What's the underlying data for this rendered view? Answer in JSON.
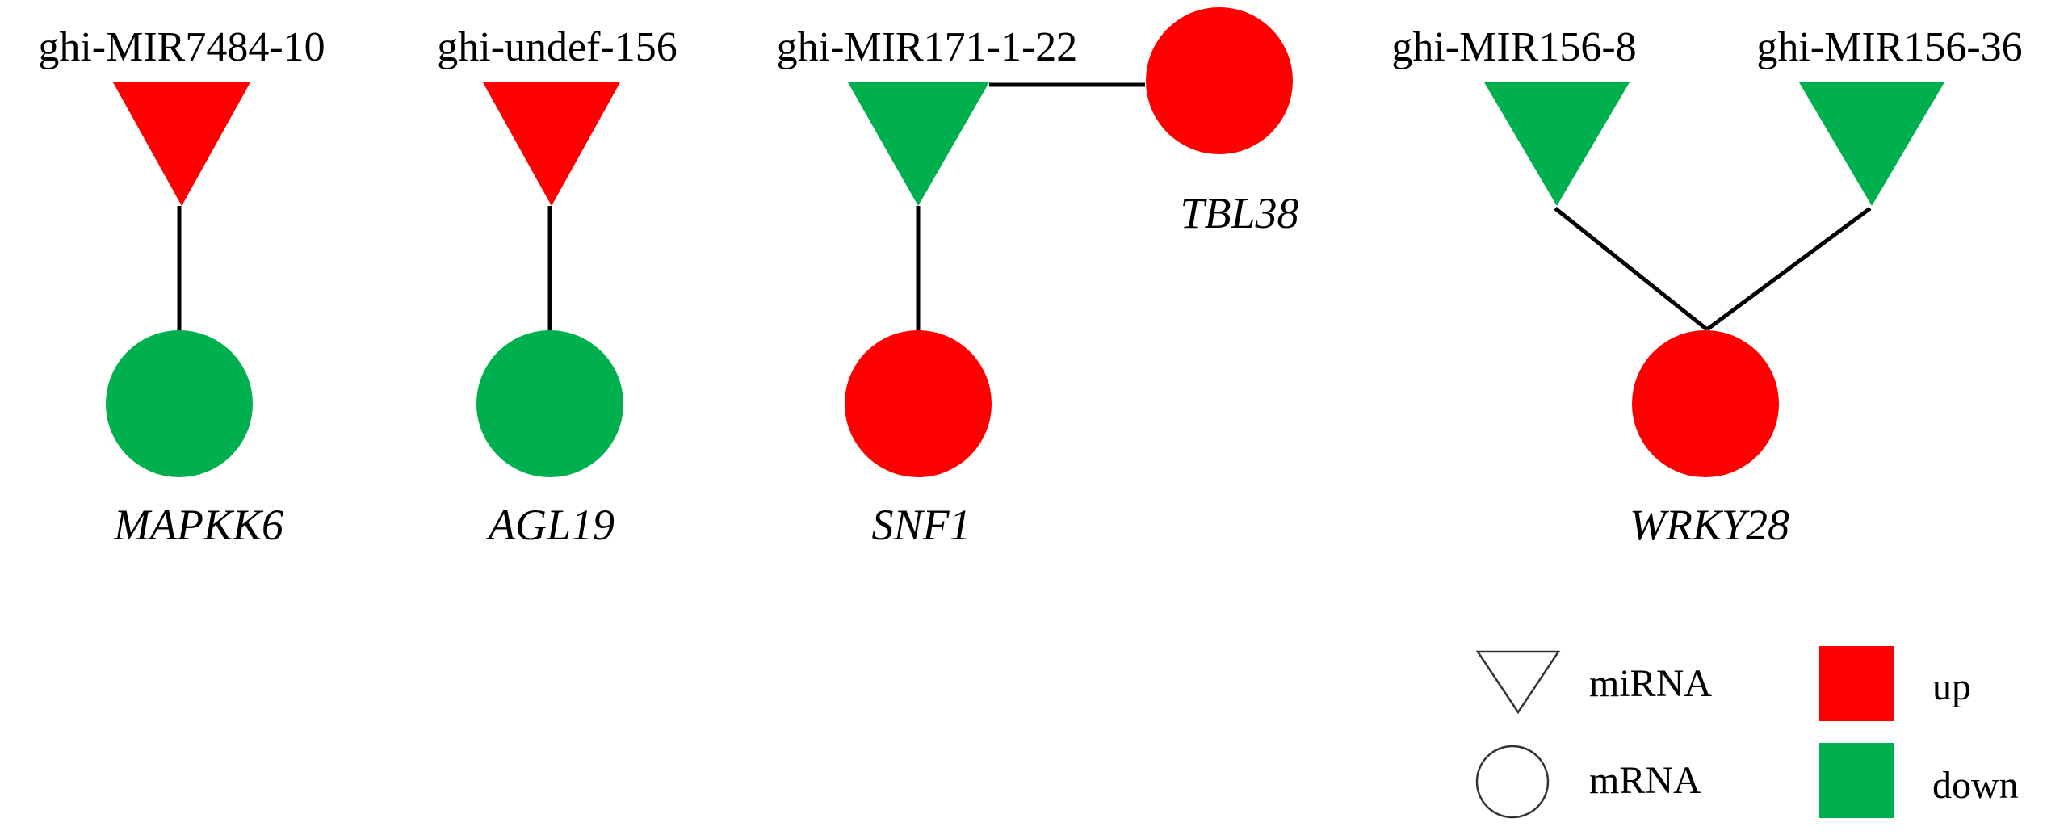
{
  "colors": {
    "up": "#ff0000",
    "down": "#00b04f",
    "edge": "#000000"
  },
  "mirnas": {
    "mir7484": {
      "label": "ghi-MIR7484-10",
      "regulation": "up"
    },
    "undef156": {
      "label": "ghi-undef-156",
      "regulation": "up"
    },
    "mir171": {
      "label": "ghi-MIR171-1-22",
      "regulation": "down"
    },
    "mir156_8": {
      "label": "ghi-MIR156-8",
      "regulation": "down"
    },
    "mir156_36": {
      "label": "ghi-MIR156-36",
      "regulation": "down"
    }
  },
  "genes": {
    "mapkk6": {
      "label": "MAPKK6",
      "regulation": "down"
    },
    "agl19": {
      "label": "AGL19",
      "regulation": "down"
    },
    "snf1": {
      "label": "SNF1",
      "regulation": "up"
    },
    "tbl38": {
      "label": "TBL38",
      "regulation": "up"
    },
    "wrky28": {
      "label": "WRKY28",
      "regulation": "up"
    }
  },
  "edges": [
    [
      "ghi-MIR7484-10",
      "MAPKK6"
    ],
    [
      "ghi-undef-156",
      "AGL19"
    ],
    [
      "ghi-MIR171-1-22",
      "SNF1"
    ],
    [
      "ghi-MIR171-1-22",
      "TBL38"
    ],
    [
      "ghi-MIR156-8",
      "WRKY28"
    ],
    [
      "ghi-MIR156-36",
      "WRKY28"
    ]
  ],
  "legend": {
    "mirna": "miRNA",
    "mrna": "mRNA",
    "up": "up",
    "down": "down"
  }
}
